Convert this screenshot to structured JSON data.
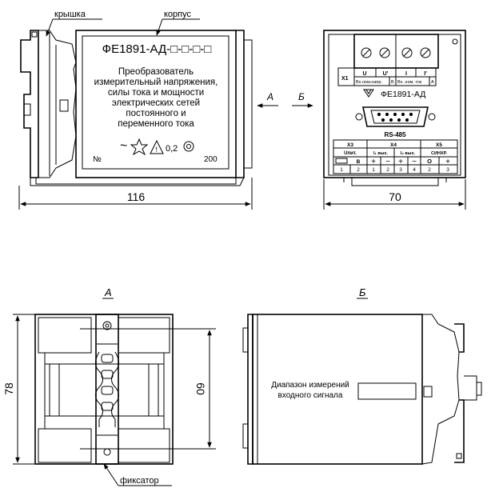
{
  "labels": {
    "cover": "крышка",
    "housing": "корпус",
    "latch": "фиксатор"
  },
  "front_plate": {
    "model": "ФЕ1891-АД-□-□-□-□",
    "desc_1": "Преобразователь",
    "desc_2": "измерительный напряжения,",
    "desc_3": "силы тока и мощности",
    "desc_4": "электрических сетей",
    "desc_5": "постоянного  и",
    "desc_6": "переменного тока",
    "symbols": "~",
    "accuracy": "0,2",
    "number_label": "№",
    "year": "200"
  },
  "side_panel": {
    "x1": "X1",
    "u": "U",
    "u_prime": "U'",
    "i": "I",
    "i_prime": "I'",
    "vx_nom_napr": "Вх.ном.напр.",
    "unit_v": "В",
    "vx_nom_tok": "Вх. ном. ток",
    "unit_a": "А",
    "model": "ФЕ1891-АД",
    "rs485": "RS-485",
    "x3": "X3",
    "x4": "X4",
    "x5": "X5",
    "upit": "Uпит.",
    "i1": "I₁ вых.",
    "i2": "I₂ вых.",
    "sinhr": "СИНХР.",
    "b": "В",
    "o": "O",
    "plus": "+",
    "minus": "−",
    "n1": "1",
    "n2": "2",
    "n3": "3",
    "n4": "4"
  },
  "views": {
    "a": "А",
    "b": "Б",
    "range_1": "Диапазон измерений",
    "range_2": "входного сигнала"
  },
  "dimensions": {
    "width_116": "116",
    "width_70": "70",
    "height_78": "78",
    "height_60": "60"
  }
}
